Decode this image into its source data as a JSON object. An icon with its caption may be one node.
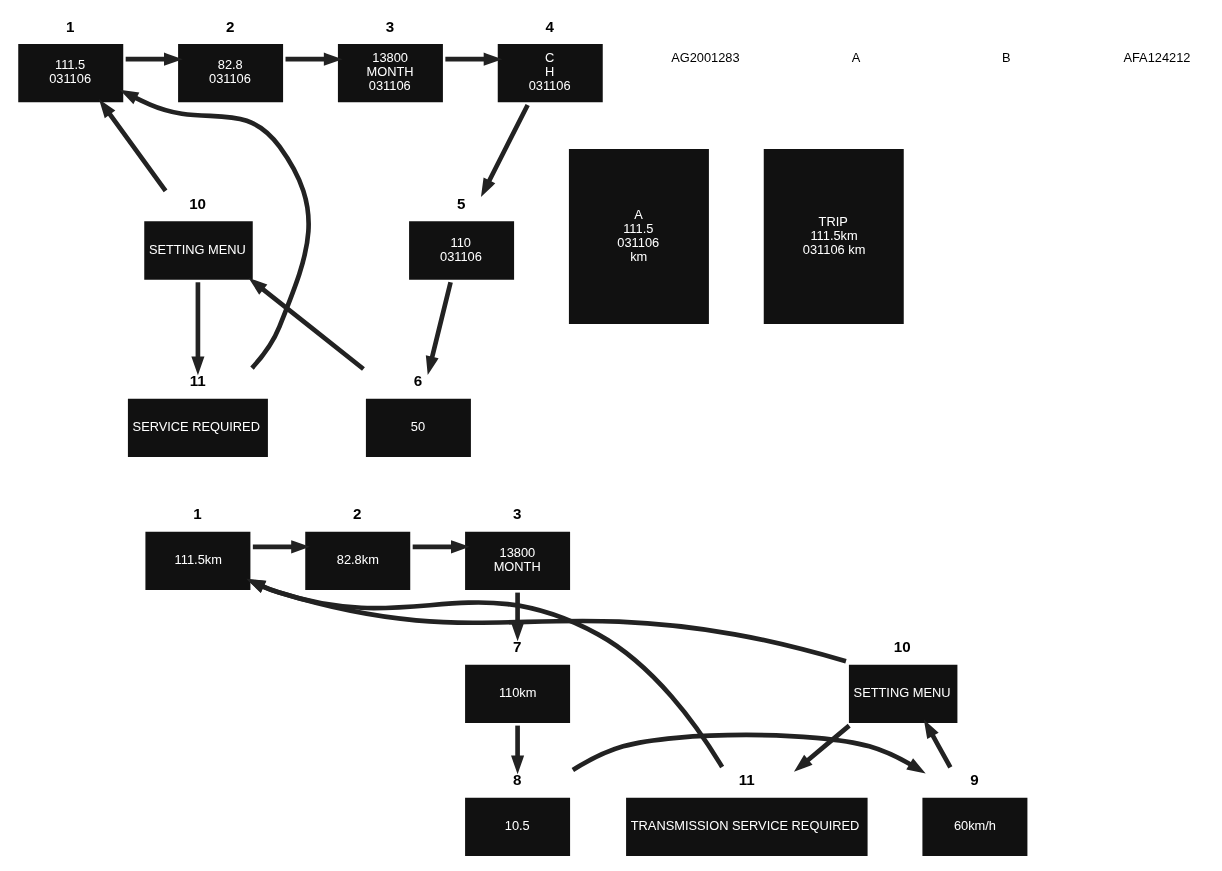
{
  "diagram": {
    "nodes": [
      {
        "text": [
          "111.5",
          "031106"
        ],
        "beside": [
          "1"
        ]
      },
      {
        "text": [
          "82.8",
          "031106"
        ],
        "beside": [
          "2"
        ]
      },
      {
        "text": [
          "13800",
          "MONTH",
          "031106"
        ],
        "beside": [
          "3"
        ]
      },
      {
        "text": [
          "C",
          "H",
          "031106"
        ],
        "beside": [
          "4"
        ]
      },
      {
        "text": [
          "110",
          "031106"
        ],
        "beside": [
          "5"
        ]
      },
      {
        "text": [
          "50"
        ],
        "beside": [
          "6"
        ]
      },
      {
        "text": [
          "SETTING MENU"
        ],
        "beside": [
          "10"
        ]
      },
      {
        "text": [
          "SERVICE REQUIRED"
        ],
        "beside": [
          "11"
        ]
      },
      {
        "text": [
          "111.5km"
        ],
        "beside": [
          "1"
        ]
      },
      {
        "text": [
          "82.8km"
        ],
        "beside": [
          "2"
        ]
      },
      {
        "text": [
          "13800",
          "MONTH"
        ],
        "beside": [
          "3"
        ]
      },
      {
        "text": [
          "110km"
        ],
        "beside": [
          "7"
        ]
      },
      {
        "text": [
          "10.5"
        ],
        "beside": [
          "8"
        ]
      },
      {
        "text": [
          "60km/h"
        ],
        "beside": [
          "9"
        ]
      },
      {
        "text": [
          "SETTING MENU"
        ],
        "beside": [
          "10"
        ]
      },
      {
        "text": [
          "TRANSMISSION SERVICE REQUIRED"
        ],
        "beside": [
          "11"
        ]
      },
      {
        "text": [
          "A",
          "111.5",
          "031106",
          "km"
        ]
      },
      {
        "text": [
          "TRIP",
          "111.5km",
          "031106 km"
        ]
      }
    ],
    "edges": [
      {
        "from": 0,
        "to": 1,
        "arrow": "to"
      },
      {
        "from": 1,
        "to": 2,
        "arrow": "to"
      },
      {
        "from": 2,
        "to": 3,
        "arrow": "to"
      },
      {
        "from": 3,
        "to": 4,
        "arrow": "to"
      },
      {
        "from": 4,
        "to": 5,
        "arrow": "to"
      },
      {
        "from": 5,
        "to": 6,
        "arrow": "to"
      },
      {
        "from": 6,
        "to": 0,
        "arrow": "to"
      },
      {
        "from": 6,
        "to": 7,
        "arrow": "to"
      },
      {
        "from": 7,
        "to": 0,
        "arrow": "to"
      },
      {
        "from": 8,
        "to": 9,
        "arrow": "to"
      },
      {
        "from": 9,
        "to": 10,
        "arrow": "to"
      },
      {
        "from": 10,
        "to": 11,
        "arrow": "to"
      },
      {
        "from": 11,
        "to": 12,
        "arrow": "to"
      },
      {
        "from": 12,
        "to": 13,
        "arrow": "to"
      },
      {
        "from": 13,
        "to": 14,
        "arrow": "to"
      },
      {
        "from": 14,
        "to": 8,
        "arrow": "to"
      },
      {
        "from": 14,
        "to": 15,
        "arrow": "to"
      },
      {
        "from": 15,
        "to": 8,
        "arrow": "to"
      }
    ],
    "labels": [
      "AG2001283",
      "A",
      "B",
      "AFA124212"
    ]
  }
}
